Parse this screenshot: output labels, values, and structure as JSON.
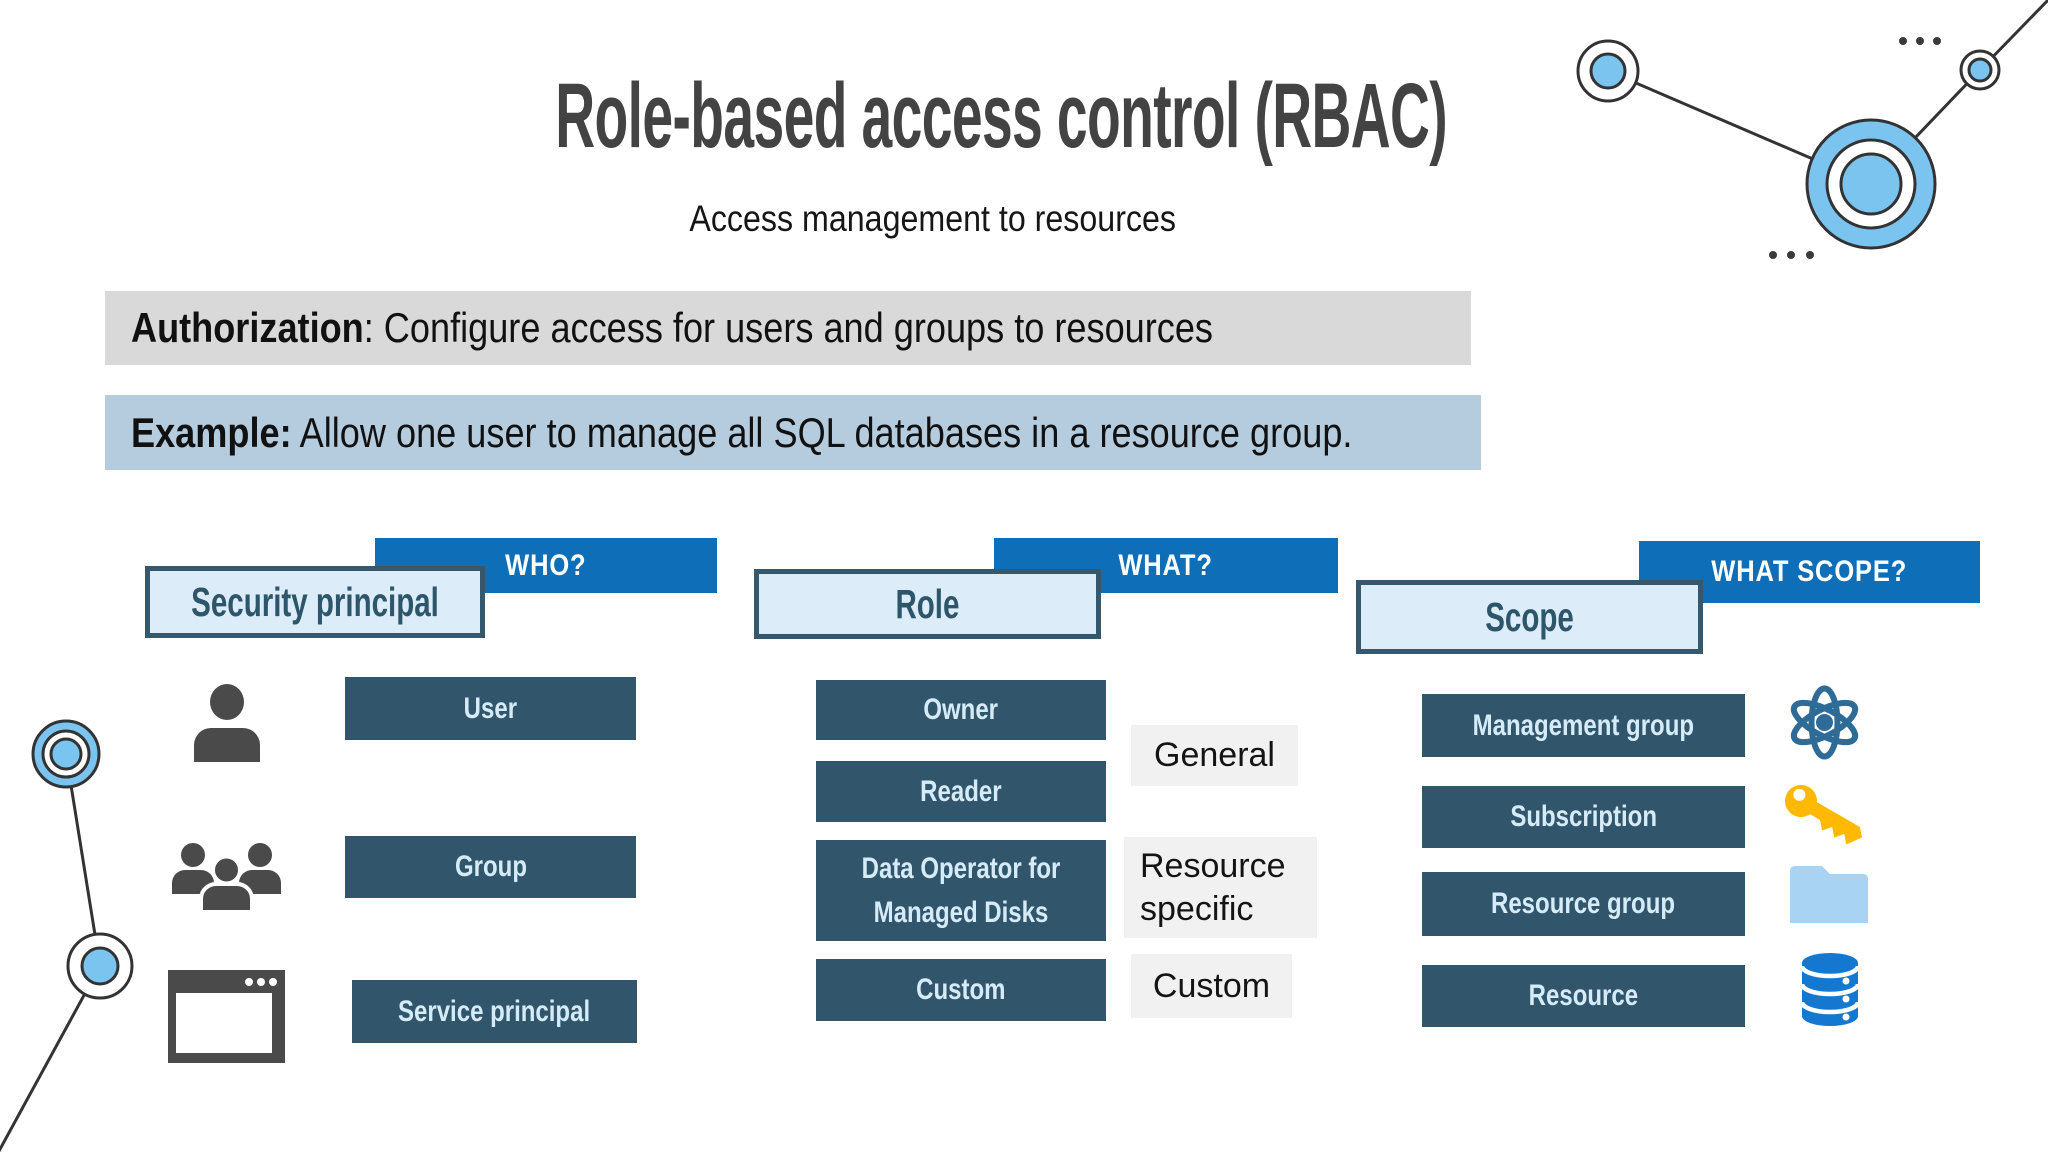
{
  "page": {
    "title": "Role-based access control (RBAC)",
    "subtitle": "Access management to resources"
  },
  "banners": {
    "authorization": {
      "label": "Authorization",
      "text": ": Configure access for users and groups to resources"
    },
    "example": {
      "label": "Example:",
      "text": " Allow one user to manage all SQL databases in a resource group."
    }
  },
  "who": {
    "header": "WHO?",
    "category": "Security principal",
    "items": [
      {
        "label": "User",
        "icon": "user-icon"
      },
      {
        "label": "Group",
        "icon": "group-icon"
      },
      {
        "label": "Service principal",
        "icon": "app-window-icon"
      }
    ]
  },
  "what": {
    "header": "WHAT?",
    "category": "Role",
    "roles": [
      {
        "label": "Owner"
      },
      {
        "label": "Reader"
      },
      {
        "label": "Data Operator for Managed Disks"
      },
      {
        "label": "Custom"
      }
    ],
    "role_groups": [
      {
        "label": "General"
      },
      {
        "label": "Resource specific"
      },
      {
        "label": "Custom"
      }
    ]
  },
  "scope": {
    "header": "WHAT SCOPE?",
    "category": "Scope",
    "items": [
      {
        "label": "Management group",
        "icon": "atom-icon"
      },
      {
        "label": "Subscription",
        "icon": "key-icon"
      },
      {
        "label": "Resource group",
        "icon": "folder-icon"
      },
      {
        "label": "Resource",
        "icon": "database-icon"
      }
    ]
  },
  "colors": {
    "header_blue": "#0E6FB8",
    "dark_slate": "#31566C",
    "category_fill": "#DCEDF9",
    "category_border": "#35586C",
    "bar_text": "#D6EBF8",
    "banner_gray": "#D9D9D9",
    "banner_blue": "#B5CBDE",
    "title_gray": "#434343",
    "icon_gray": "#4A4A4A",
    "atom_blue": "#2E6B96",
    "key_yellow": "#FFB902",
    "folder_blue": "#A9D3F2",
    "database_blue": "#1478D1",
    "decor_blue": "#7CC4F0",
    "decor_stroke": "#333333"
  }
}
